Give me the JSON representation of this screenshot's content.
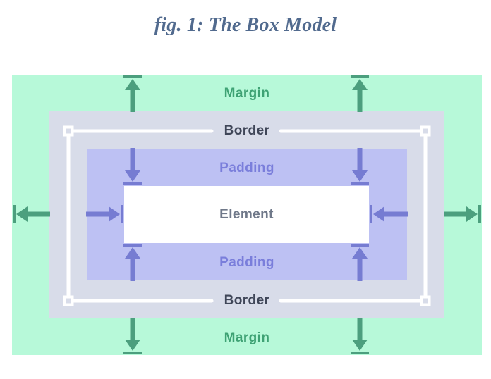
{
  "title": "fig. 1: The Box Model",
  "diagram": {
    "margin_label_top": "Margin",
    "border_label_top": "Border",
    "padding_label_top": "Padding",
    "element_label": "Element",
    "padding_label_bottom": "Padding",
    "border_label_bottom": "Border",
    "margin_label_bottom": "Margin"
  },
  "colors": {
    "title_text": "#516a8e",
    "margin_bg": "#b7f9d9",
    "margin_text": "#3ea274",
    "margin_arrow": "#4c9f7e",
    "border_bg": "#d8dce9",
    "border_text": "#3f4658",
    "border_line": "#ffffff",
    "padding_bg": "#bdc1f3",
    "padding_text": "#7a7edb",
    "padding_arrow": "#767cd2",
    "element_bg": "#ffffff",
    "element_text": "#6f7889"
  }
}
